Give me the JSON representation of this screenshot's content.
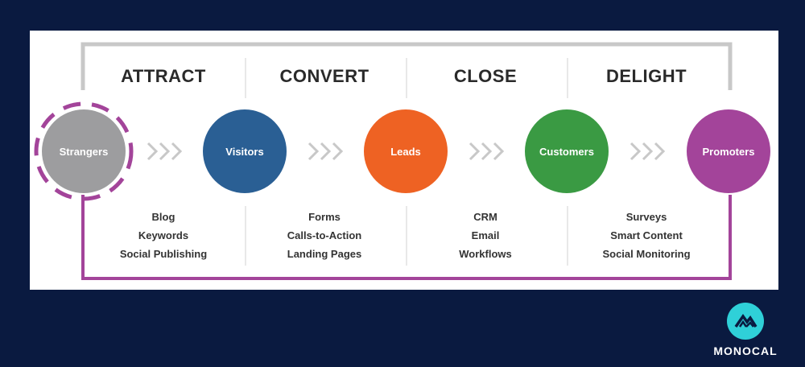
{
  "stages": [
    {
      "label": "ATTRACT"
    },
    {
      "label": "CONVERT"
    },
    {
      "label": "CLOSE"
    },
    {
      "label": "DELIGHT"
    }
  ],
  "nodes": [
    {
      "label": "Strangers",
      "color": "#9d9d9f"
    },
    {
      "label": "Visitors",
      "color": "#2a5f94"
    },
    {
      "label": "Leads",
      "color": "#ee6223"
    },
    {
      "label": "Customers",
      "color": "#3a9a43"
    },
    {
      "label": "Promoters",
      "color": "#a3449a"
    }
  ],
  "tools": [
    [
      "Blog",
      "Keywords",
      "Social Publishing"
    ],
    [
      "Forms",
      "Calls-to-Action",
      "Landing Pages"
    ],
    [
      "CRM",
      "Email",
      "Workflows"
    ],
    [
      "Surveys",
      "Smart Content",
      "Social Monitoring"
    ]
  ],
  "colors": {
    "background": "#0a1a40",
    "top_loop": "#c8c8c8",
    "bottom_loop": "#a3449a",
    "chevron": "#c8c8c8",
    "logo": "#2fd0d8"
  },
  "logo": {
    "text": "MONOCAL",
    "icon": "mountain-logo-icon"
  }
}
